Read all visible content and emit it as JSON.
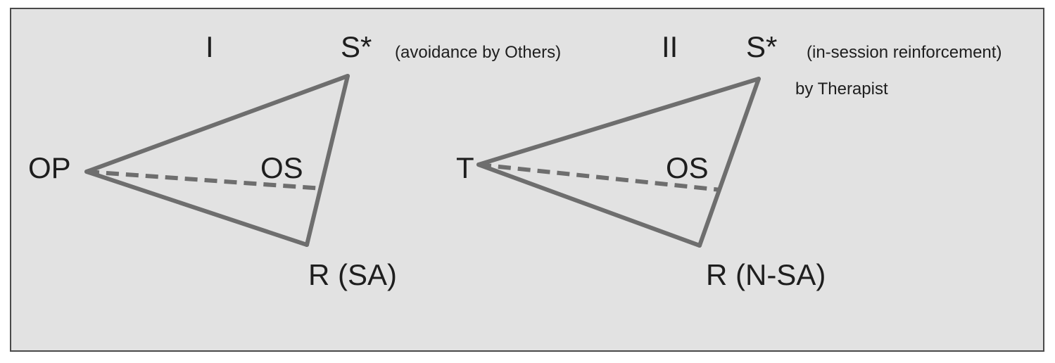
{
  "panel_1": {
    "numeral": "I",
    "stimulus": "S*",
    "stimulus_note": "(avoidance by Others)",
    "left_vertex": "OP",
    "middle_label": "OS",
    "response": "R (SA)"
  },
  "panel_2": {
    "numeral": "II",
    "stimulus": "S*",
    "stimulus_note_line1": "(in-session reinforcement)",
    "stimulus_note_line2": "by Therapist",
    "left_vertex": "T",
    "middle_label": "OS",
    "response": "R (N-SA)"
  },
  "colors": {
    "background": "#e2e2e2",
    "lines": "#6e6e6e",
    "border": "#4a4a4a",
    "text": "#1e1e1e"
  }
}
